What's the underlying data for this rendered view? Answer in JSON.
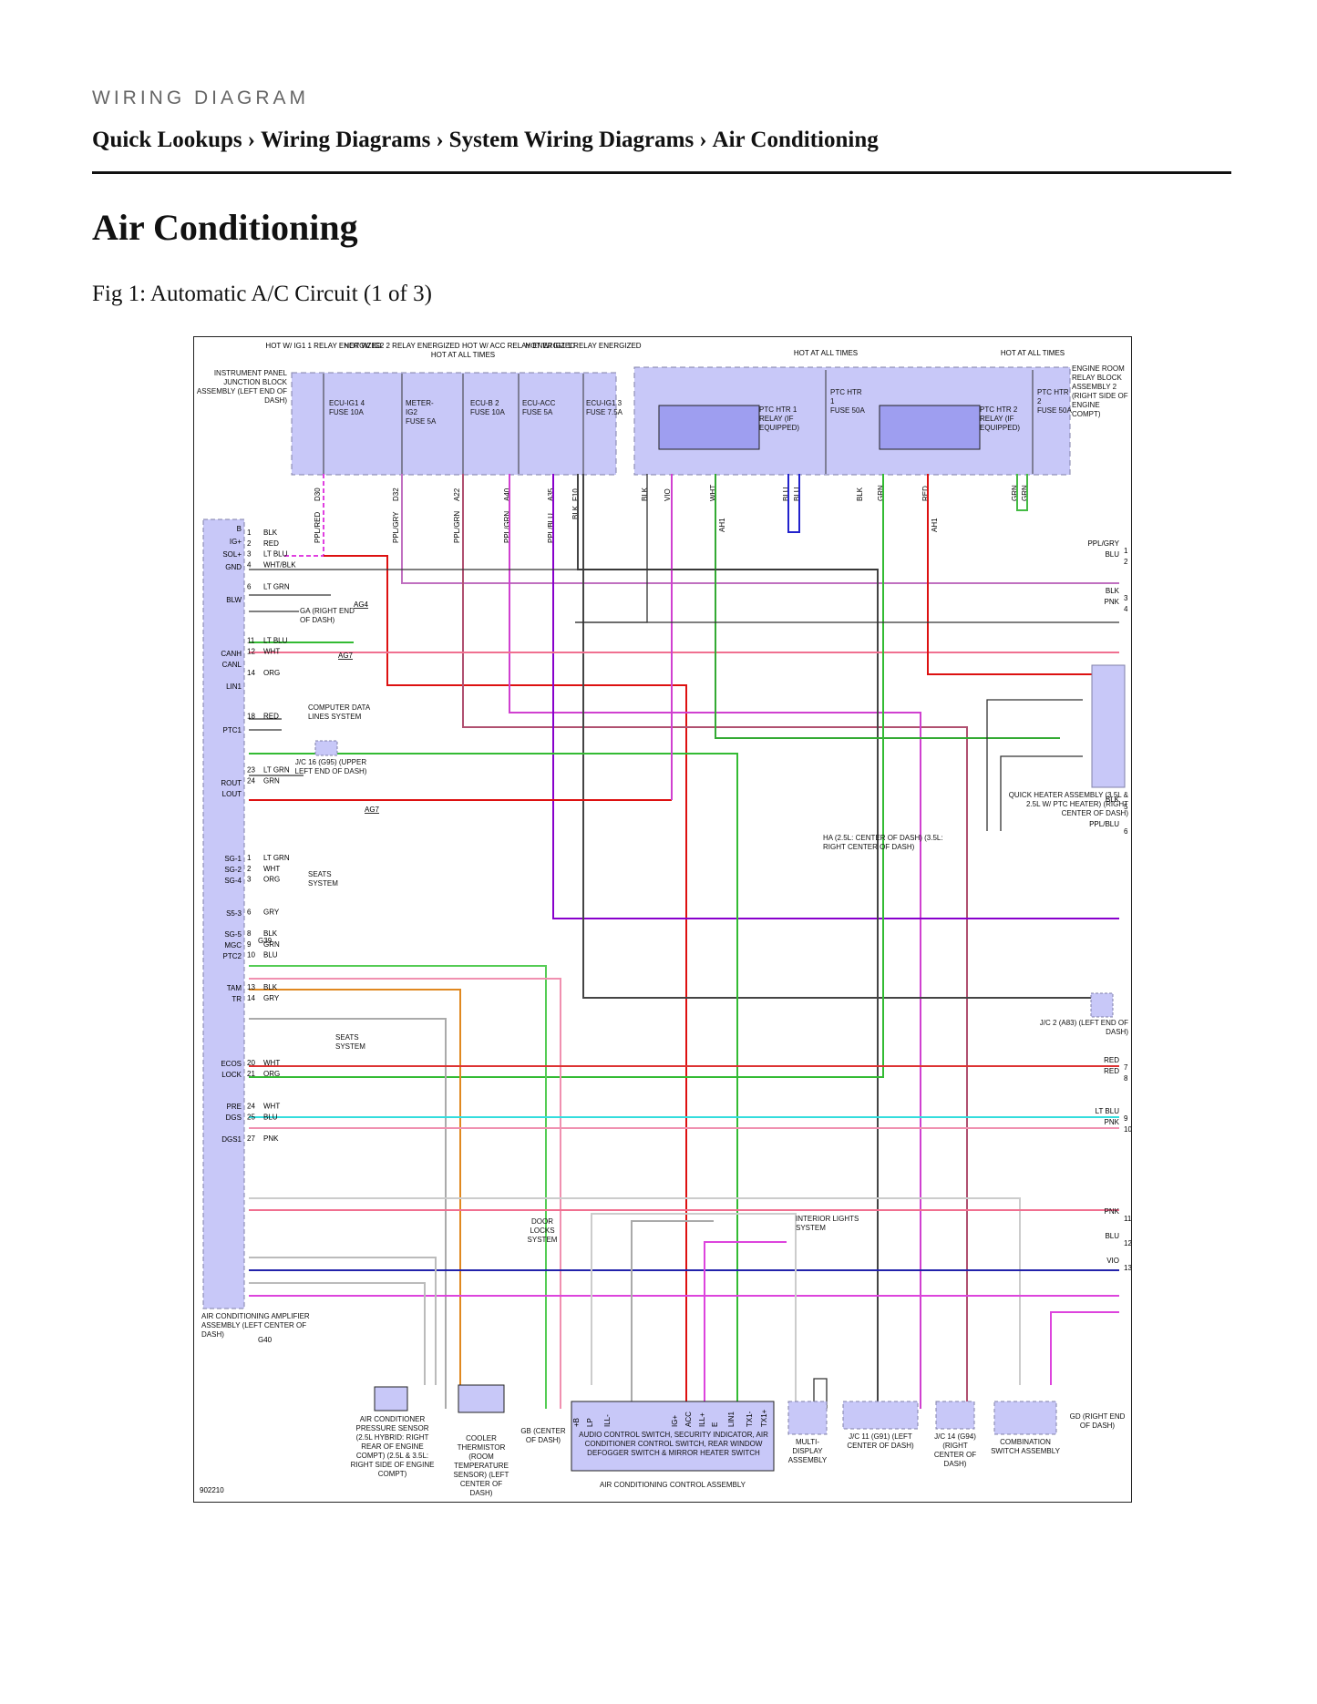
{
  "header": {
    "eyebrow": "WIRING DIAGRAM",
    "breadcrumb": [
      "Quick Lookups",
      "Wiring Diagrams",
      "System Wiring Diagrams",
      "Air Conditioning"
    ],
    "separator": "›"
  },
  "page_title": "Air Conditioning",
  "figure_caption": "Fig 1: Automatic A/C Circuit (1 of 3)",
  "diagram": {
    "code": "902210",
    "colors": {
      "box_fill": "#c8c8f8",
      "box_stroke": "#8080a8",
      "relay_fill": "#9e9ef0"
    },
    "power_labels": [
      "HOT W/ IG1 1 RELAY ENERGIZED",
      "HOT W/ IG2 2 RELAY ENERGIZED",
      "HOT AT ALL TIMES",
      "HOT W/ ACC RELAY ENERGIZED",
      "HOT W/ IG1 1 RELAY ENERGIZED",
      "HOT AT ALL TIMES",
      "HOT AT ALL TIMES"
    ],
    "junction_block": "INSTRUMENT PANEL JUNCTION BLOCK ASSEMBLY (LEFT END OF DASH)",
    "engine_relay_block": "ENGINE ROOM RELAY BLOCK ASSEMBLY 2 (RIGHT SIDE OF ENGINE COMPT)",
    "fuses": [
      {
        "name": "ECU-IG1 4",
        "amp": "FUSE 10A"
      },
      {
        "name": "METER-IG2",
        "amp": "FUSE 5A"
      },
      {
        "name": "ECU-B 2",
        "amp": "FUSE 10A"
      },
      {
        "name": "ECU-ACC",
        "amp": "FUSE 5A"
      },
      {
        "name": "ECU-IG1 3",
        "amp": "FUSE 7.5A"
      },
      {
        "name": "PTC HTR 1",
        "amp": "FUSE 50A"
      },
      {
        "name": "PTC HTR 2",
        "amp": "FUSE 50A"
      }
    ],
    "relays": [
      {
        "name": "PTC HTR 1 RELAY (IF EQUIPPED)"
      },
      {
        "name": "PTC HTR 2 RELAY (IF EQUIPPED)"
      }
    ],
    "top_pins": [
      {
        "pin": "D30",
        "wire": "PPL/RED"
      },
      {
        "pin": "D32",
        "wire": "PPL/GRY"
      },
      {
        "pin": "A22",
        "wire": "PPL/GRN"
      },
      {
        "pin": "A40",
        "wire": "PPL/GRN"
      },
      {
        "pin": "A35",
        "wire": "PPL/BLU"
      },
      {
        "pin": "F10",
        "wire": "BLK"
      }
    ],
    "relay_wires": [
      "BLK",
      "VIO",
      "WHT",
      "BLU",
      "BLU",
      "BLK",
      "GRN",
      "RED",
      "GRN",
      "GRN"
    ],
    "amplifier": {
      "name": "AIR CONDITIONING AMPLIFIER ASSEMBLY (LEFT CENTER OF DASH)",
      "connectors": [
        "G39",
        "G40"
      ],
      "terminals": [
        "B",
        "IG+",
        "SOL+",
        "GND",
        "BLW",
        "CANH",
        "CANL",
        "LIN1",
        "PTC1",
        "ROUT",
        "LOUT",
        "SG-1",
        "SG-2",
        "SG-4",
        "S5-3",
        "SG-5",
        "MGC",
        "PTC2",
        "TAM",
        "TR",
        "ECOS",
        "LOCK",
        "PRE",
        "DGS",
        "DGS1"
      ],
      "g39_wires": [
        [
          "1",
          "BLK"
        ],
        [
          "2",
          "RED"
        ],
        [
          "3",
          "LT BLU"
        ],
        [
          "4",
          "WHT/BLK"
        ],
        [
          "6",
          "LT GRN"
        ],
        [
          "11",
          "LT BLU"
        ],
        [
          "12",
          "WHT"
        ],
        [
          "14",
          "ORG"
        ],
        [
          "18",
          "RED"
        ],
        [
          "23",
          "LT GRN"
        ],
        [
          "24",
          "GRN"
        ]
      ],
      "g40_wires": [
        [
          "1",
          "LT GRN"
        ],
        [
          "2",
          "WHT"
        ],
        [
          "3",
          "ORG"
        ],
        [
          "6",
          "GRY"
        ],
        [
          "8",
          "BLK"
        ],
        [
          "9",
          "GRN"
        ],
        [
          "10",
          "BLU"
        ],
        [
          "13",
          "BLK"
        ],
        [
          "14",
          "GRY"
        ],
        [
          "20",
          "WHT"
        ],
        [
          "21",
          "ORG"
        ],
        [
          "24",
          "WHT"
        ],
        [
          "25",
          "BLU"
        ],
        [
          "27",
          "PNK"
        ]
      ]
    },
    "connectors": {
      "ag4": "AG4",
      "ag7": "AG7",
      "ga": "GA (RIGHT END OF DASH)",
      "jc16": "J/C 16 (G95) (UPPER LEFT END OF DASH)",
      "jc2": "J/C 2 (A83) (LEFT END OF DASH)",
      "ha": "HA (2.5L: CENTER OF DASH) (3.5L: RIGHT CENTER OF DASH)",
      "ah1": "AH1"
    },
    "systems": {
      "data_lines": "COMPUTER DATA LINES SYSTEM",
      "seats1": "SEATS SYSTEM",
      "seats2": "SEATS SYSTEM",
      "door_locks": "DOOR LOCKS SYSTEM",
      "interior_lights": "INTERIOR LIGHTS SYSTEM"
    },
    "quick_heater": "QUICK HEATER ASSEMBLY (3.5L & 2.5L W/ PTC HEATER) (RIGHT CENTER OF DASH)",
    "right_outputs": [
      {
        "n": "1",
        "wire": "PPL/GRY"
      },
      {
        "n": "2",
        "wire": "BLU"
      },
      {
        "n": "3",
        "wire": "BLK"
      },
      {
        "n": "4",
        "wire": "PNK"
      },
      {
        "n": "5",
        "wire": "BLK"
      },
      {
        "n": "6",
        "wire": "PPL/BLU"
      },
      {
        "n": "7",
        "wire": "RED"
      },
      {
        "n": "8",
        "wire": "RED"
      },
      {
        "n": "9",
        "wire": "LT BLU"
      },
      {
        "n": "10",
        "wire": "PNK"
      },
      {
        "n": "11",
        "wire": "PNK"
      },
      {
        "n": "12",
        "wire": "BLU"
      },
      {
        "n": "13",
        "wire": "VIO"
      }
    ],
    "bottom_components": [
      {
        "name": "AIR CONDITIONER PRESSURE SENSOR (2.5L HYBRID: RIGHT REAR OF ENGINE COMPT) (2.5L & 3.5L: RIGHT SIDE OF ENGINE COMPT)"
      },
      {
        "name": "COOLER THERMISTOR (ROOM TEMPERATURE SENSOR) (LEFT CENTER OF DASH)"
      },
      {
        "name": "GB (CENTER OF DASH)"
      },
      {
        "name": "AUDIO CONTROL SWITCH, SECURITY INDICATOR, AIR CONDITIONER CONTROL SWITCH, REAR WINDOW DEFOGGER SWITCH & MIRROR HEATER SWITCH"
      },
      {
        "name": "AIR CONDITIONING CONTROL ASSEMBLY"
      },
      {
        "name": "MULTI-DISPLAY ASSEMBLY"
      },
      {
        "name": "J/C 11 (G91) (LEFT CENTER OF DASH)"
      },
      {
        "name": "J/C 14 (G94) (RIGHT CENTER OF DASH)"
      },
      {
        "name": "COMBINATION SWITCH ASSEMBLY"
      },
      {
        "name": "GD (RIGHT END OF DASH)"
      }
    ],
    "control_pins": [
      "+B",
      "LP",
      "ILL-",
      "IG+",
      "ACC",
      "ILL+",
      "E",
      "LIN1",
      "TX1-",
      "TX1+"
    ]
  }
}
